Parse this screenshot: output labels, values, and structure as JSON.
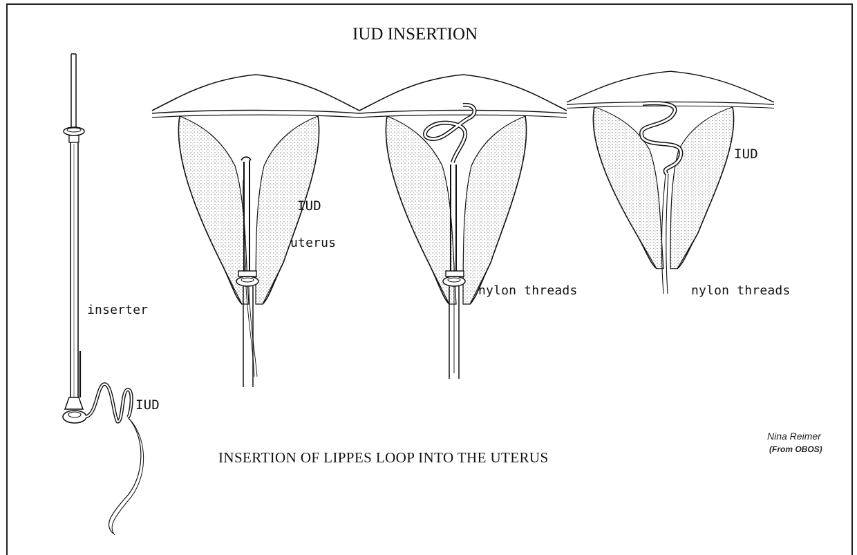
{
  "title": "IUD INSERTION",
  "caption": "INSERTION OF LIPPES LOOP INTO THE UTERUS",
  "credit": {
    "artist": "Nina Reimer",
    "source": "(From OBOS)"
  },
  "labels": {
    "inserter": "inserter",
    "inserter_iud": "IUD",
    "step1_iud": "IUD",
    "step1_uterus": "uterus",
    "step2_threads": "nylon threads",
    "step3_iud": "IUD",
    "step3_threads": "nylon threads"
  },
  "colors": {
    "ink": "#111111",
    "stipple": "#9a9a9a",
    "paper": "#ffffff"
  }
}
